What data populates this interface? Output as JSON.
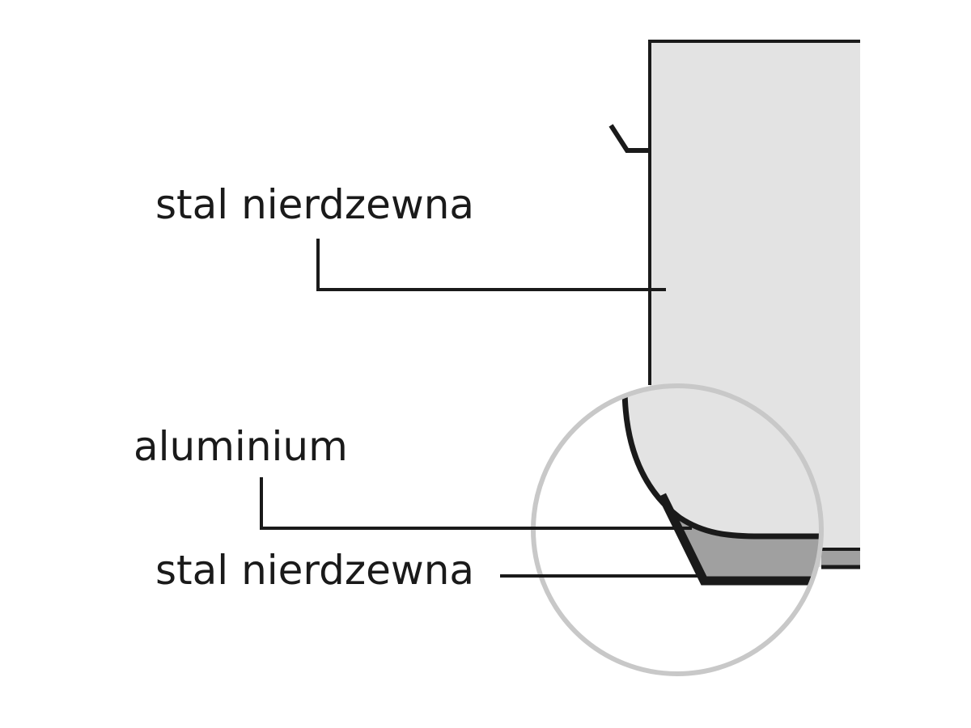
{
  "labels": {
    "outer_wall": "stal nierdzewna",
    "core": "aluminium",
    "bottom_layer": "stal nierdzewna"
  },
  "colors": {
    "line": "#1a1a1a",
    "pot_fill": "#e3e3e3",
    "aluminium_fill": "#a0a0a0",
    "magnifier_ring": "#c8c8c8"
  }
}
